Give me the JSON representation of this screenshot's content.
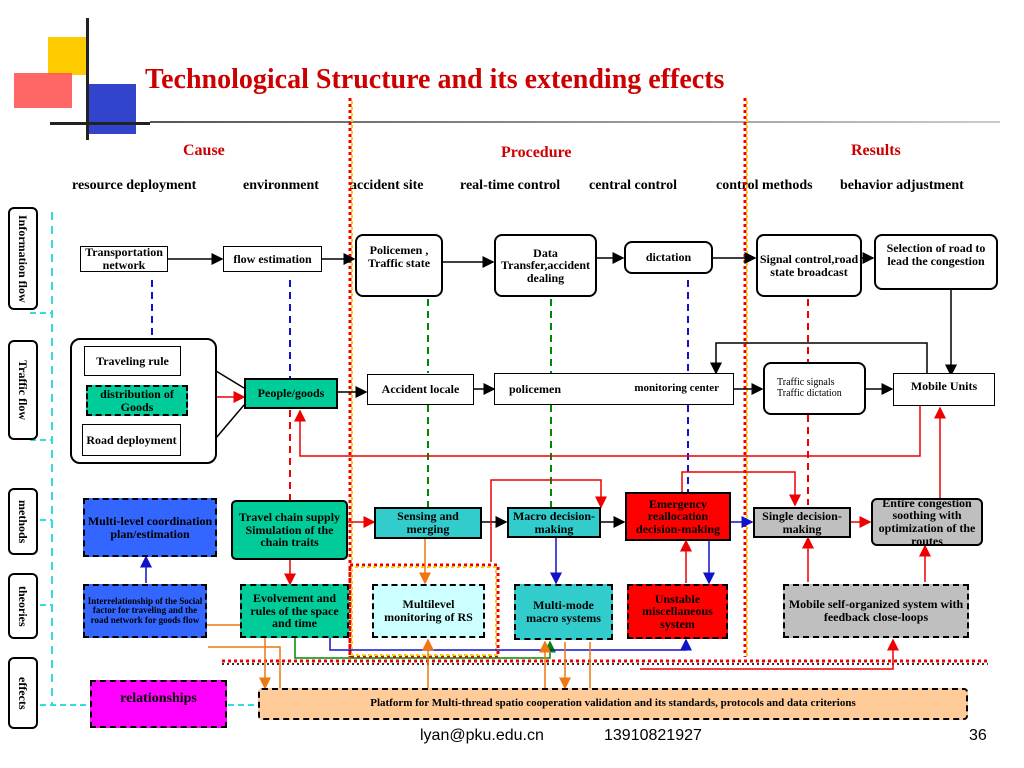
{
  "title": "Technological Structure and its extending effects",
  "sections": {
    "cause": "Cause",
    "procedure": "Procedure",
    "results": "Results"
  },
  "categories": [
    "resource deployment",
    "environment",
    "accident site",
    "real-time control",
    "central control",
    "control methods",
    "behavior adjustment"
  ],
  "row_labels": {
    "info": "Information flow",
    "traffic": "Traffic flow",
    "methods": "methods",
    "theories": "theories",
    "effects": "effects"
  },
  "info_row": {
    "transport": "Transportation network",
    "flow_est": "flow estimation",
    "police": "Policemen , Traffic state",
    "data_transfer": "Data Transfer,accident dealing",
    "dictation": "dictation",
    "signal": "Signal control,road state broadcast",
    "selection": "Selection of road to lead the congestion"
  },
  "traffic_row": {
    "travel_rule": "Traveling rule",
    "distribution": "distribution of Goods",
    "road_deploy": "Road deployment",
    "people_goods": "People/goods",
    "accident_locale": "Accident locale",
    "policemen": "policemen",
    "monitoring": "monitoring center",
    "traffic_signals": "Traffic signals Traffic dictation",
    "mobile_units": "Mobile Units"
  },
  "methods_row": {
    "multilevel": "Multi-level coordination plan/estimation",
    "travel_chain": "Travel chain supply Simulation of the chain traits",
    "sensing": "Sensing and merging",
    "macro": "Macro decision-making",
    "emergency": "Emergency reallocation decision-making",
    "single": "Single decision-making",
    "entire": "Entire congestion soothing with optimization of the routes"
  },
  "theories_row": {
    "interrelation": "Interrelationship of the Social factor for traveling and the road network for goods flow",
    "evolvement": "Evolvement and rules of the space and time",
    "multilevel_rs": "Multilevel monitoring of RS",
    "multimode": "Multi-mode macro systems",
    "unstable": "Unstable miscellaneous system",
    "mobile_self": "Mobile self-organized system with feedback close-loops"
  },
  "effects_row": {
    "relationships": "relationships",
    "platform": "Platform for Multi-thread spatio cooperation validation and its standards, protocols and data criterions"
  },
  "footer": {
    "email": "lyan@pku.edu.cn",
    "phone": "13910821927",
    "page": "36"
  },
  "colors": {
    "title": "#cc0000",
    "teal": "#33cccc",
    "green": "#00cc99",
    "blue": "#3366ff",
    "red": "#ff0000",
    "gray": "#bfbfbf",
    "magenta": "#ff00ff",
    "peach": "#ffcc99",
    "lightcyan": "#ccffff"
  }
}
